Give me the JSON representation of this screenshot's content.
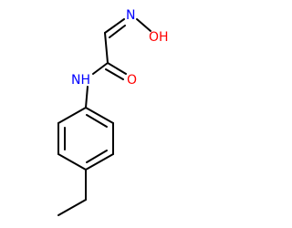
{
  "molecule": {
    "atoms": {
      "nitrogen_oxime": {
        "label": "N",
        "color": "#0000ff"
      },
      "hydroxyl": {
        "label": "OH",
        "color": "#ff0000"
      },
      "nitrogen_amide": {
        "label": "NH",
        "color": "#0000ff"
      },
      "oxygen_carbonyl": {
        "label": "O",
        "color": "#ff0000"
      }
    },
    "bond_color": "#000000"
  }
}
